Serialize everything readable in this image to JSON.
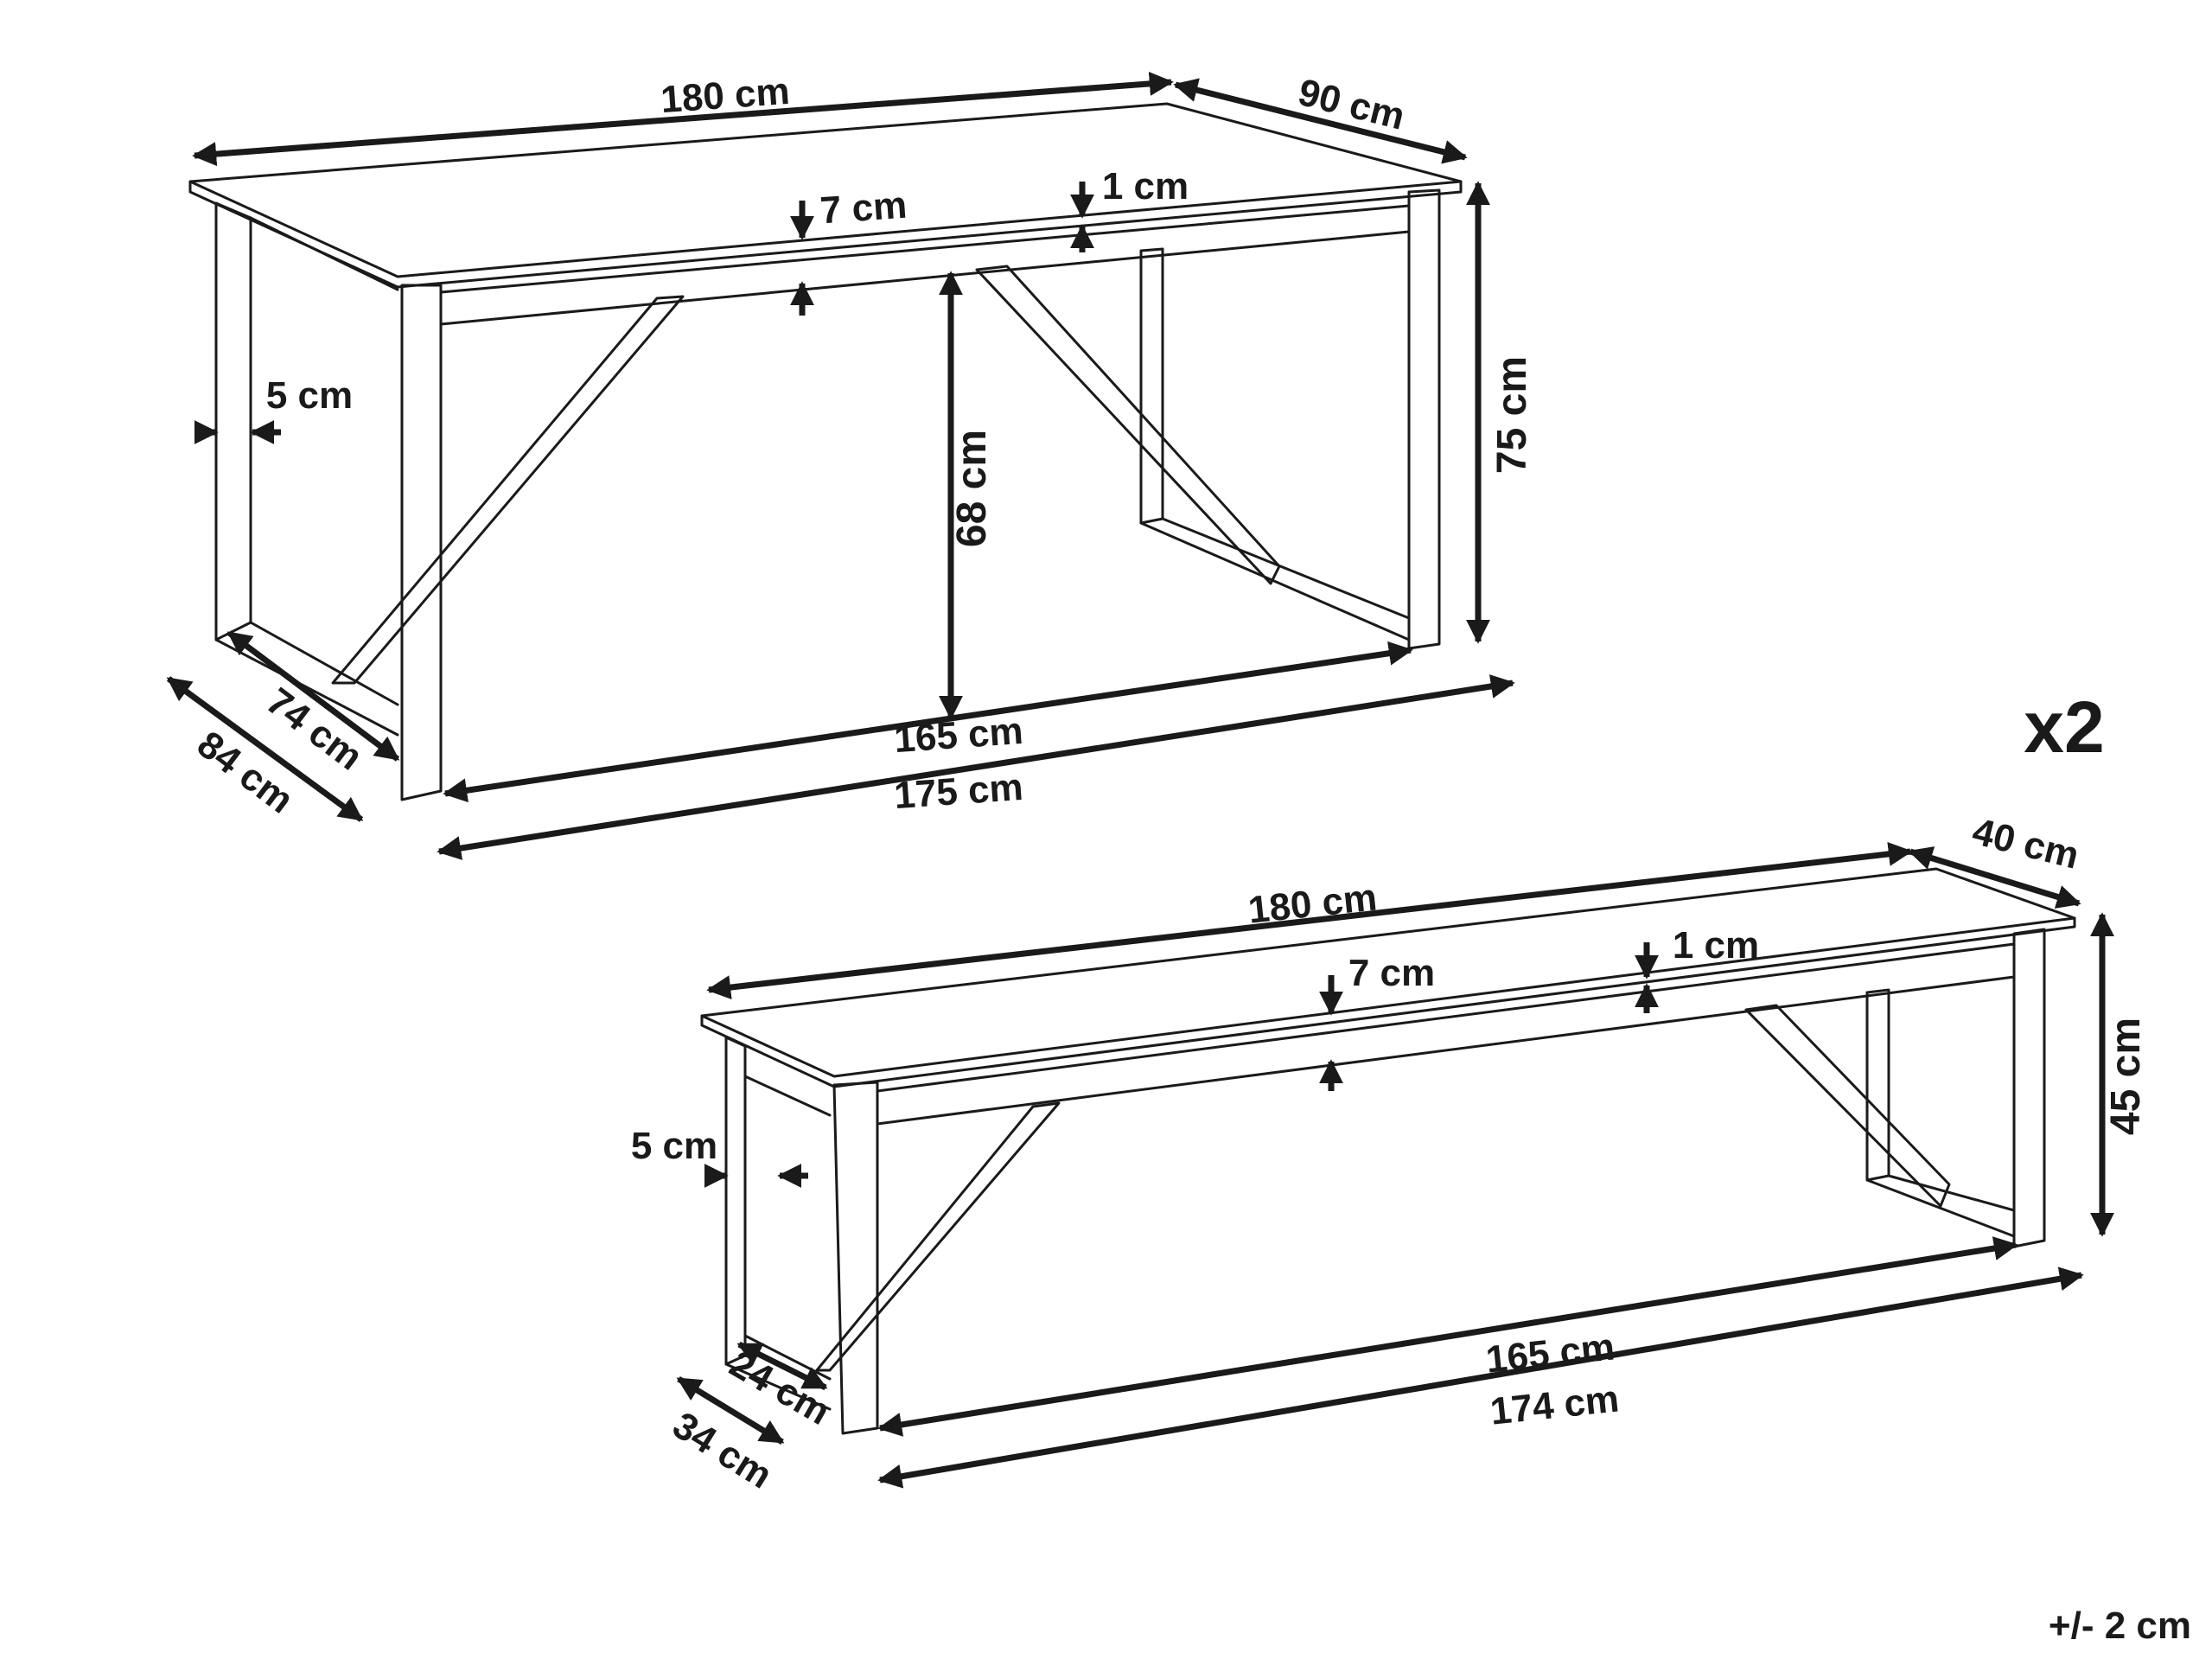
{
  "colors": {
    "ink": "#1a1a1a",
    "background": "#ffffff"
  },
  "table": {
    "top_length": "180 cm",
    "top_depth": "90 cm",
    "apron_height": "7 cm",
    "top_thickness": "1 cm",
    "leg_width": "5 cm",
    "clear_height": "68 cm",
    "total_height": "75 cm",
    "inner_depth": "74 cm",
    "outer_depth": "84 cm",
    "inner_length": "165 cm",
    "outer_length": "175 cm"
  },
  "bench": {
    "quantity": "x2",
    "top_length": "180 cm",
    "top_depth": "40 cm",
    "top_thickness": "1 cm",
    "apron_height": "7 cm",
    "leg_width": "5 cm",
    "total_height": "45 cm",
    "inner_depth": "24 cm",
    "outer_depth": "34 cm",
    "inner_length": "165 cm",
    "outer_length": "174 cm"
  },
  "tolerance": "+/- 2 cm"
}
